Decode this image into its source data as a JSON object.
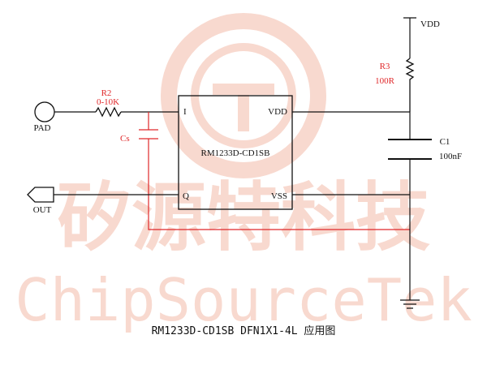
{
  "watermark": {
    "chinese": "矽源特科技",
    "latin": "ChipSourceTek"
  },
  "ic": {
    "name": "RM1233D-CD1SB",
    "pin_i": "I",
    "pin_q": "Q",
    "pin_vdd": "VDD",
    "pin_vss": "VSS"
  },
  "components": {
    "r2_ref": "R2",
    "r2_value": "0-10K",
    "cs": "Cs",
    "r3_ref": "R3",
    "r3_value": "100R",
    "c1_ref": "C1",
    "c1_value": "100nF"
  },
  "ports": {
    "pad": "PAD",
    "out": "OUT",
    "vdd": "VDD"
  },
  "caption": "RM1233D-CD1SB DFN1X1-4L 应用图",
  "colors": {
    "wire": "#111111",
    "highlight": "#e0282a",
    "watermark": "#f8d9cf"
  }
}
